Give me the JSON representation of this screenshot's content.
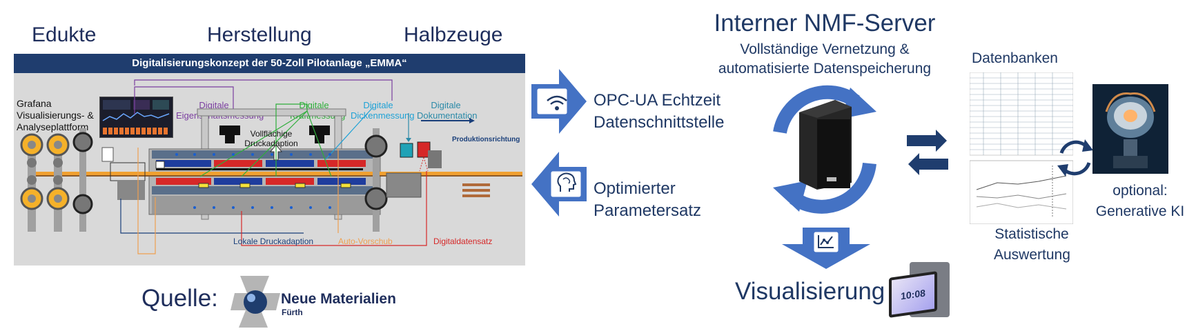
{
  "left": {
    "heading_edukte": "Edukte",
    "heading_herstellung": "Herstellung",
    "heading_halbzeuge": "Halbzeuge",
    "banner": "Digitalisierungskonzept der 50-Zoll Pilotanlage „EMMA“",
    "grafana": "Grafana Visualisierungs- & Analyseplattform",
    "eigenschaft": "Digitale Eigenschaftsmessung",
    "kraft": "Digitale Kraftmessung",
    "dicken": "Digitale Dickenmessung",
    "doku": "Digitale Dokumentation",
    "vollflaechig": "Vollflächige Druckadaption",
    "produktionsrichtung": "Produktionsrichtung",
    "lokale": "Lokale Druckadaption",
    "autovorschub": "Auto-Vorschub",
    "digitaldatensatz": "Digitaldatensatz",
    "colors": {
      "purple": "#7b3fa0",
      "green": "#2fae3b",
      "cyan": "#1fa2d6",
      "teal": "#2b8aa8",
      "orange": "#f0a050",
      "red": "#d62828",
      "navy": "#1a3f7a"
    }
  },
  "source": {
    "quelle": "Quelle:",
    "org_line1": "Neue Materialien",
    "org_line2": "Fürth"
  },
  "middle": {
    "opc_line1": "OPC-UA Echtzeit",
    "opc_line2": "Datenschnittstelle",
    "param_line1": "Optimierter",
    "param_line2": "Parametersatz"
  },
  "server": {
    "title": "Interner NMF-Server",
    "sub1": "Vollständige Vernetzung &",
    "sub2": "automatisierte Datenspeicherung",
    "visualisierung": "Visualisierung",
    "tablet_time": "10:08"
  },
  "right": {
    "datenbanken": "Datenbanken",
    "statistische1": "Statistische",
    "statistische2": "Auswertung",
    "optional1": "optional:",
    "optional2": "Generative KI"
  }
}
